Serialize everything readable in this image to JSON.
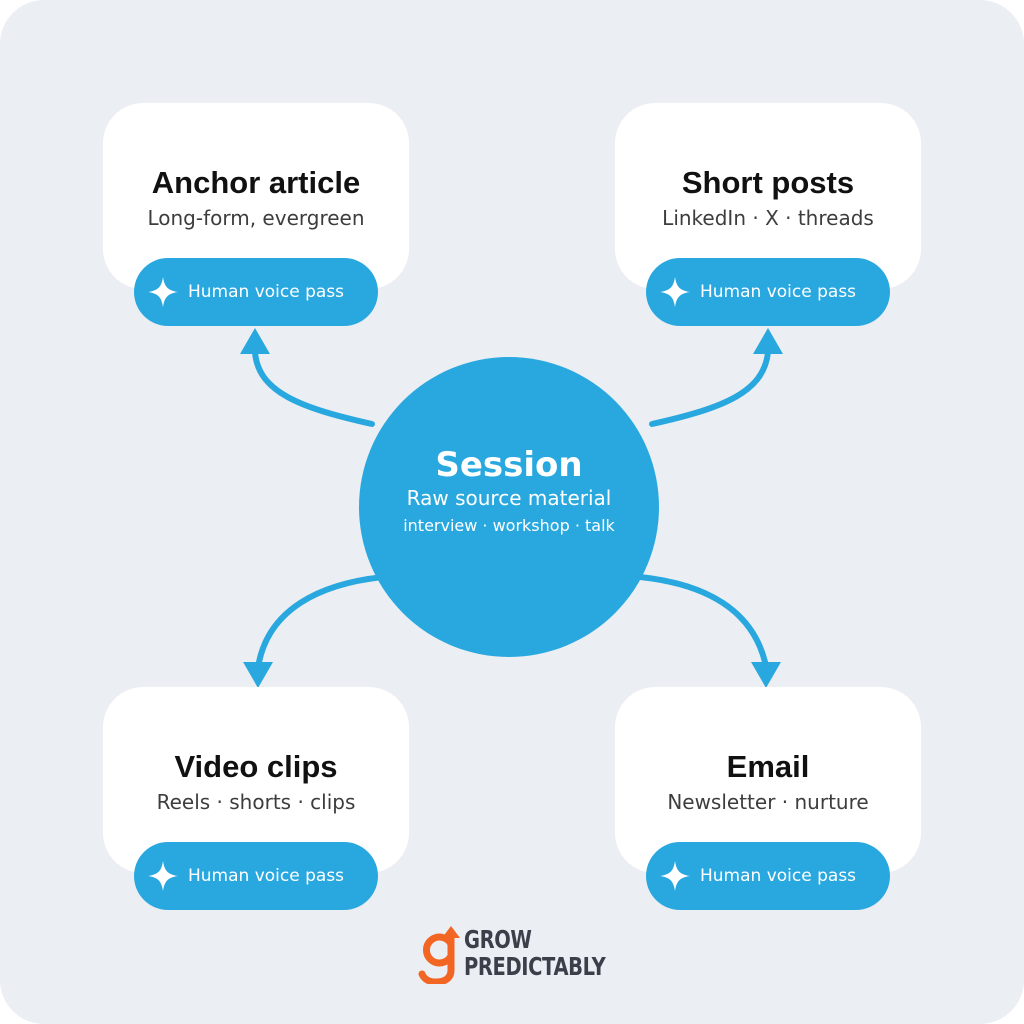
{
  "colors": {
    "background": "#ebeef3",
    "card": "#ffffff",
    "accent": "#29a8df",
    "title_text": "#111111",
    "body_text": "#3d3d3d",
    "logo_orange": "#f26522",
    "logo_text": "#3b3f4a"
  },
  "hub": {
    "title": "Session",
    "subtitle": "Raw source material",
    "detail": "interview · workshop · talk"
  },
  "cards": [
    {
      "title": "Anchor article",
      "subtitle": "Long-form, evergreen",
      "pill_label": "Human voice pass",
      "pill_icon": "sparkle-icon"
    },
    {
      "title": "Short posts",
      "subtitle": "LinkedIn · X · threads",
      "pill_label": "Human voice pass",
      "pill_icon": "sparkle-icon"
    },
    {
      "title": "Video clips",
      "subtitle": "Reels · shorts · clips",
      "pill_label": "Human voice pass",
      "pill_icon": "sparkle-icon"
    },
    {
      "title": "Email",
      "subtitle": "Newsletter · nurture",
      "pill_label": "Human voice pass",
      "pill_icon": "sparkle-icon"
    }
  ],
  "logo": {
    "line1": "GROW",
    "line2": "PREDICTABLY",
    "icon": "grow-predictably-logo-icon"
  }
}
